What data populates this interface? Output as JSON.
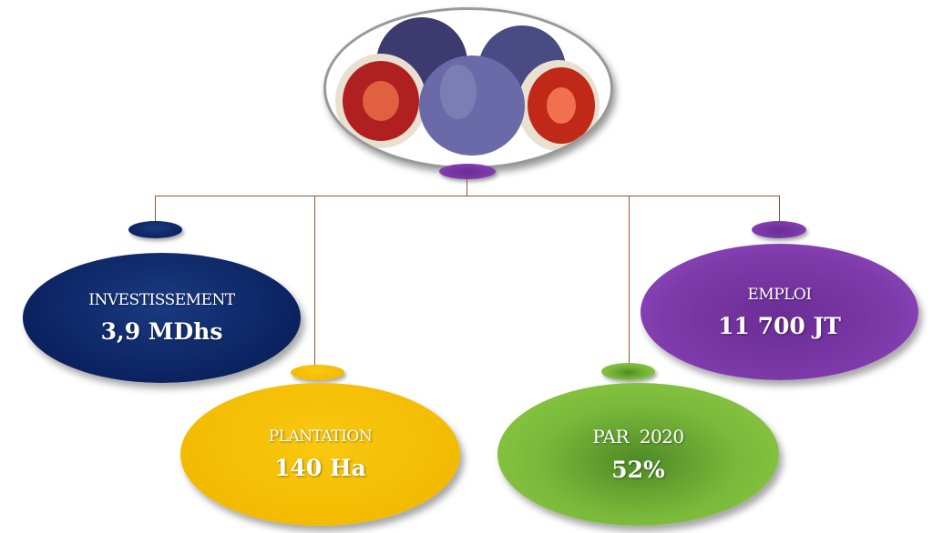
{
  "nodes": [
    {
      "id": "investissement",
      "label": "INVESTISSEMENT",
      "value": "3,9 MDhs",
      "color": "#0b2260"
    },
    {
      "id": "plantation",
      "label": "PLANTATION",
      "value": "140 Ha",
      "color": "#f3bb00"
    },
    {
      "id": "par2020",
      "label": "PAR  2020",
      "value": "52%",
      "color": "#7ab83a"
    },
    {
      "id": "emploi",
      "label": "EMPLOI",
      "value": "11 700 JT",
      "color": "#7e3aaa"
    }
  ],
  "connector_color": "#a0522d"
}
